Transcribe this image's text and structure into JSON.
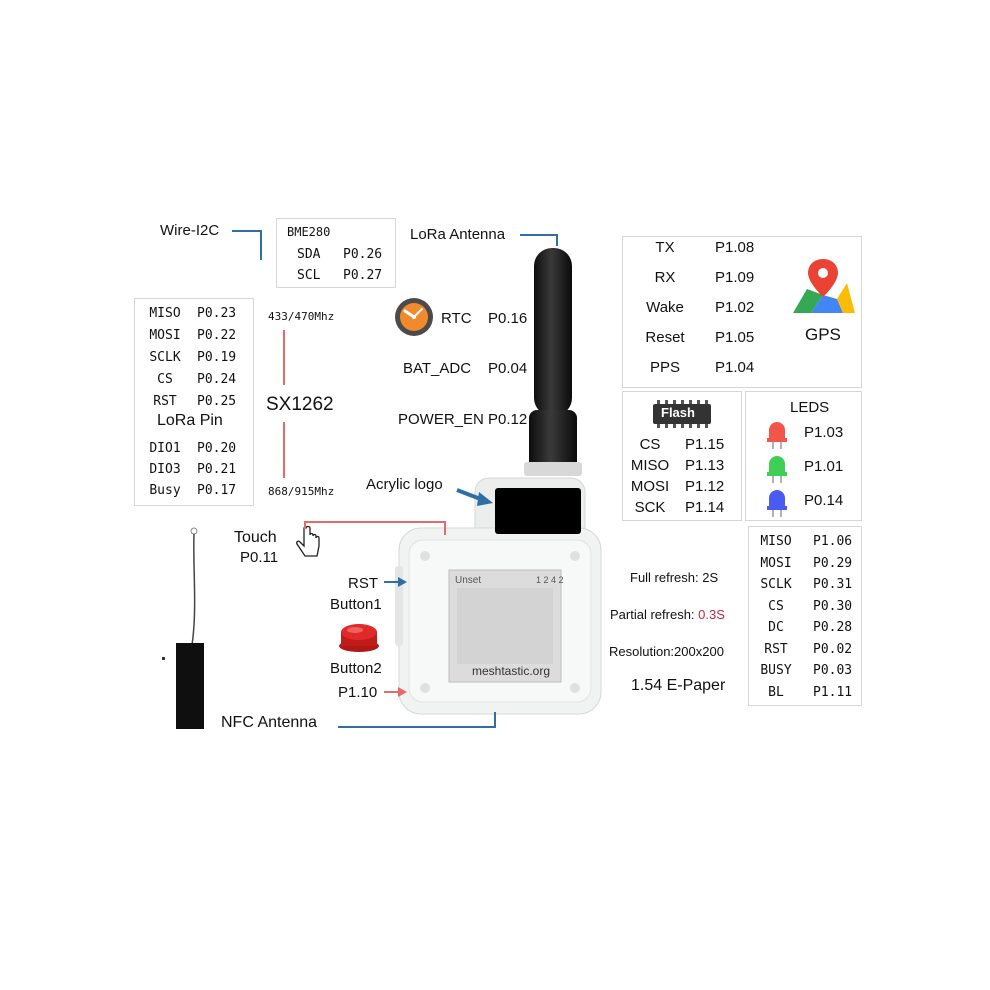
{
  "wire_i2c": {
    "label": "Wire-I2C",
    "sensor": "BME280",
    "rows": [
      {
        "name": "SDA",
        "pin": "P0.26"
      },
      {
        "name": "SCL",
        "pin": "P0.27"
      }
    ]
  },
  "lora_antenna": {
    "label": "LoRa Antenna"
  },
  "lora_pin": {
    "title": "LoRa Pin",
    "rows_top": [
      {
        "name": "MISO",
        "pin": "P0.23"
      },
      {
        "name": "MOSI",
        "pin": "P0.22"
      },
      {
        "name": "SCLK",
        "pin": "P0.19"
      },
      {
        "name": "CS",
        "pin": "P0.24"
      },
      {
        "name": "RST",
        "pin": "P0.25"
      }
    ],
    "rows_bottom": [
      {
        "name": "DIO1",
        "pin": "P0.20"
      },
      {
        "name": "DIO3",
        "pin": "P0.21"
      },
      {
        "name": "Busy",
        "pin": "P0.17"
      }
    ]
  },
  "sx1262": {
    "chip": "SX1262",
    "freq_low": "433/470Mhz",
    "freq_high": "868/915Mhz"
  },
  "rtc": {
    "label": "RTC",
    "pin": "P0.16"
  },
  "bat_adc": {
    "label": "BAT_ADC",
    "pin": "P0.04"
  },
  "power_en": {
    "label": "POWER_EN",
    "pin": "P0.12"
  },
  "gps": {
    "title": "GPS",
    "rows": [
      {
        "name": "TX",
        "pin": "P1.08"
      },
      {
        "name": "RX",
        "pin": "P1.09"
      },
      {
        "name": "Wake",
        "pin": "P1.02"
      },
      {
        "name": "Reset",
        "pin": "P1.05"
      },
      {
        "name": "PPS",
        "pin": "P1.04"
      }
    ]
  },
  "flash": {
    "title": "Flash",
    "rows": [
      {
        "name": "CS",
        "pin": "P1.15"
      },
      {
        "name": "MISO",
        "pin": "P1.13"
      },
      {
        "name": "MOSI",
        "pin": "P1.12"
      },
      {
        "name": "SCK",
        "pin": "P1.14"
      }
    ]
  },
  "leds": {
    "title": "LEDS",
    "items": [
      {
        "pin": "P1.03",
        "color": "#f0564a"
      },
      {
        "pin": "P1.01",
        "color": "#3fcf55"
      },
      {
        "pin": "P0.14",
        "color": "#4a5bef"
      }
    ]
  },
  "acrylic_logo": {
    "label": "Acrylic logo"
  },
  "touch": {
    "label": "Touch",
    "pin": "P0.11"
  },
  "rst_button": {
    "label": "RST",
    "sub": "Button1"
  },
  "button2": {
    "label": "Button2",
    "pin": "P1.10"
  },
  "nfc": {
    "label": "NFC Antenna"
  },
  "device": {
    "screen_top_left": "Unset",
    "screen_top_right": "1 2 4 2",
    "screen_text": "meshtastic.org"
  },
  "epaper": {
    "full_refresh_label": "Full refresh: 2S",
    "partial_refresh_label": "Partial refresh: ",
    "partial_refresh_value": "0.3S",
    "resolution": "Resolution:200x200",
    "title": "1.54 E-Paper",
    "rows": [
      {
        "name": "MISO",
        "pin": "P1.06"
      },
      {
        "name": "MOSI",
        "pin": "P0.29"
      },
      {
        "name": "SCLK",
        "pin": "P0.31"
      },
      {
        "name": "CS",
        "pin": "P0.30"
      },
      {
        "name": "DC",
        "pin": "P0.28"
      },
      {
        "name": "RST",
        "pin": "P0.02"
      },
      {
        "name": "BUSY",
        "pin": "P0.03"
      },
      {
        "name": "BL",
        "pin": "P1.11"
      }
    ]
  },
  "colors": {
    "line_blue": "#2f6fa3",
    "line_red": "#e66a6a",
    "partial_red": "#c0283a"
  }
}
